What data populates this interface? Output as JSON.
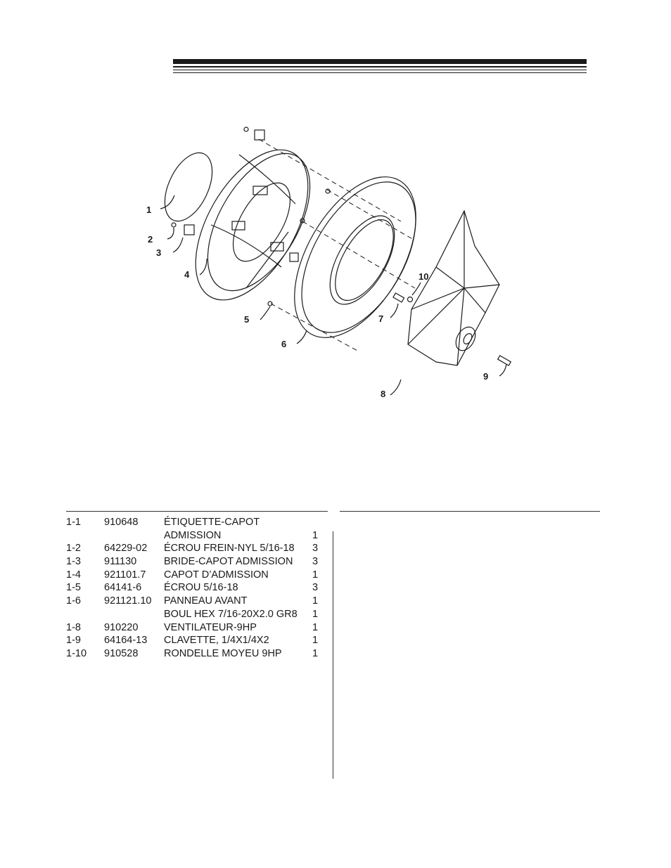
{
  "diagram": {
    "callouts": [
      "1",
      "2",
      "3",
      "4",
      "5",
      "6",
      "7",
      "8",
      "9",
      "10"
    ]
  },
  "parts_list": {
    "rows": [
      {
        "item": "1-1",
        "part": "910648",
        "desc": "ÉTIQUETTE-CAPOT",
        "qty": ""
      },
      {
        "item": "",
        "part": "",
        "desc": "ADMISSION",
        "qty": "1"
      },
      {
        "item": "1-2",
        "part": "64229-02",
        "desc": "ÉCROU FREIN-NYL 5/16-18",
        "qty": "3"
      },
      {
        "item": "1-3",
        "part": "911130",
        "desc": "BRIDE-CAPOT ADMISSION",
        "qty": "3"
      },
      {
        "item": "1-4",
        "part": "921101.7",
        "desc": "CAPOT D’ADMISSION",
        "qty": "1"
      },
      {
        "item": "1-5",
        "part": "64141-6",
        "desc": "ÉCROU 5/16-18",
        "qty": "3"
      },
      {
        "item": "1-6",
        "part": "921121.10",
        "desc": "PANNEAU AVANT",
        "qty": "1"
      },
      {
        "item": "",
        "part": "",
        "desc": "BOUL HEX 7/16-20X2.0 GR8",
        "qty": "1"
      },
      {
        "item": "1-8",
        "part": "910220",
        "desc": "VENTILATEUR-9HP",
        "qty": "1"
      },
      {
        "item": "1-9",
        "part": "64164-13",
        "desc": "CLAVETTE, 1/4X1/4X2",
        "qty": "1"
      },
      {
        "item": "1-10",
        "part": "910528",
        "desc": "RONDELLE MOYEU 9HP",
        "qty": "1"
      }
    ]
  }
}
